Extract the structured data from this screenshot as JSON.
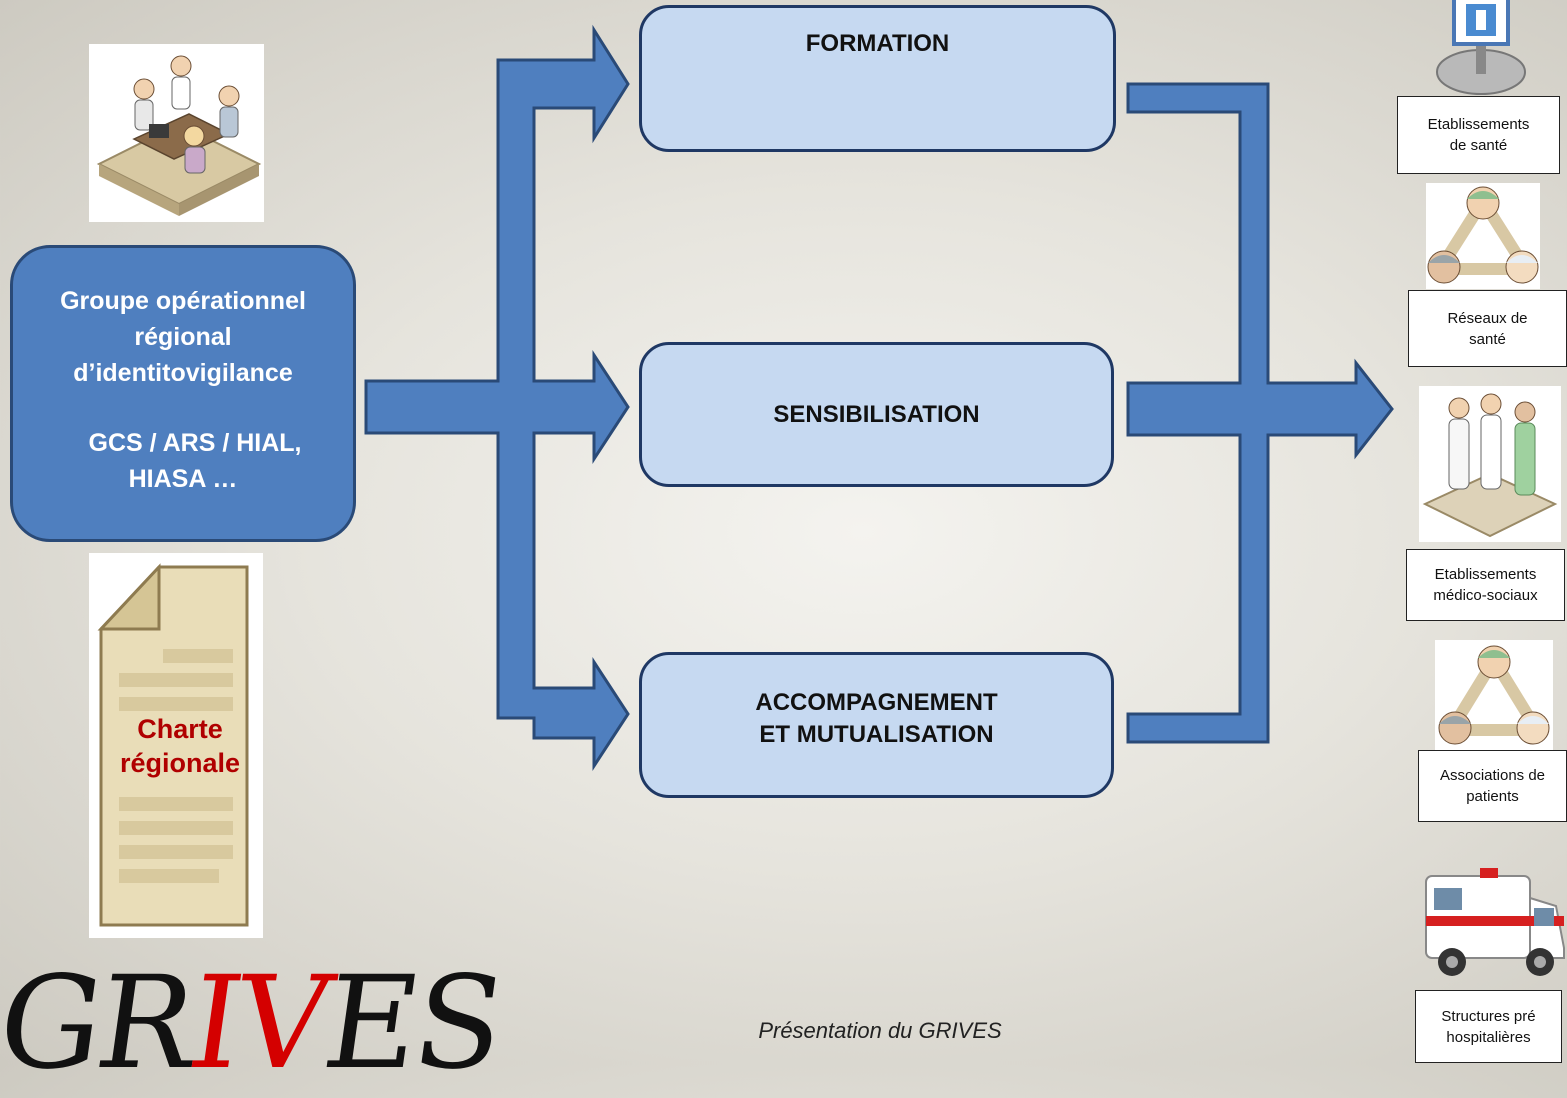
{
  "main_box": {
    "lines": [
      "Groupe opérationnel",
      "régional",
      "d’identitovigilance",
      "GCS / ARS / HIAL,",
      "HIASA …"
    ]
  },
  "steps": [
    {
      "lines": [
        "FORMATION"
      ]
    },
    {
      "lines": [
        "SENSIBILISATION"
      ]
    },
    {
      "lines": [
        "ACCOMPAGNEMENT",
        "ET MUTUALISATION"
      ]
    }
  ],
  "targets": [
    {
      "lines": [
        "Etablissements",
        "de santé"
      ],
      "icon": "hospital-sign-icon"
    },
    {
      "lines": [
        "Réseaux de",
        "santé"
      ],
      "icon": "network-people-icon"
    },
    {
      "lines": [
        "Etablissements",
        "médico-sociaux"
      ],
      "icon": "medical-staff-icon"
    },
    {
      "lines": [
        "Associations de",
        "patients"
      ],
      "icon": "network-people-icon"
    },
    {
      "lines": [
        "Structures pré",
        "hospitalières"
      ],
      "icon": "ambulance-icon"
    }
  ],
  "charte": {
    "lines": [
      "Charte",
      "régionale"
    ]
  },
  "logo": {
    "part1": "GR",
    "part2": "IV",
    "part3": "ES"
  },
  "footer": "Présentation du GRIVES",
  "colors": {
    "arrow_fill": "#4f7fbf",
    "arrow_stroke": "#2a4a77",
    "main_box_fill": "#4f7fbf",
    "step_box_fill": "#c6d9f1",
    "charte_text": "#b00000",
    "logo_accent": "#d40000"
  }
}
